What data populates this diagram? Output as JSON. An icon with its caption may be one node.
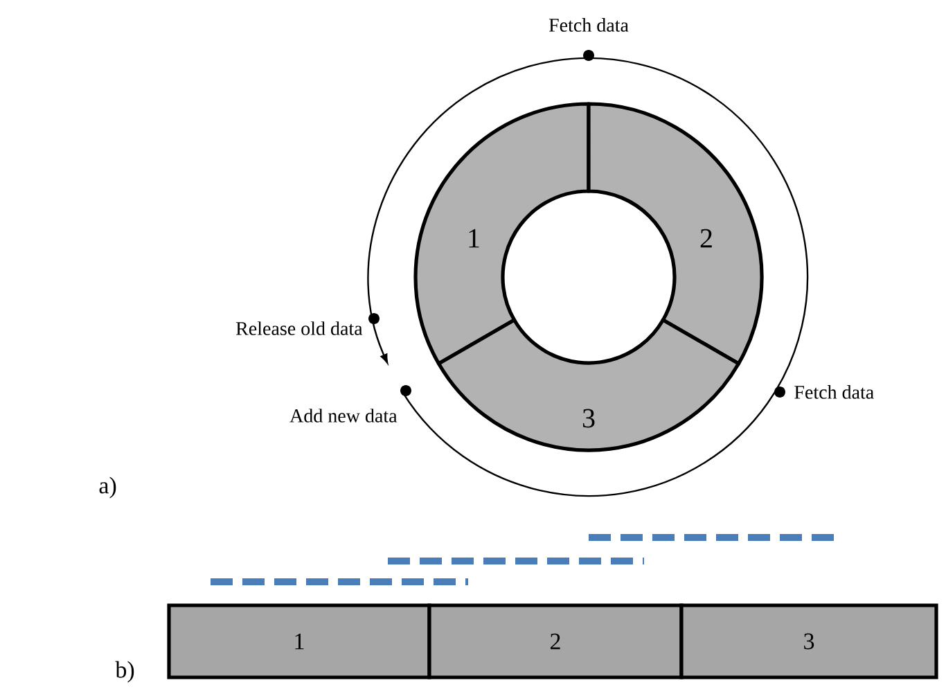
{
  "diagram": {
    "nodes": [
      {
        "text": [
          "1"
        ]
      },
      {
        "text": [
          "2"
        ]
      },
      {
        "text": [
          "3"
        ]
      },
      {
        "text": [
          "1"
        ]
      },
      {
        "text": [
          "2"
        ]
      },
      {
        "text": [
          "3"
        ]
      }
    ],
    "labels": [
      "Fetch data",
      "Release old data",
      "Add new data",
      "Fetch data",
      "a)",
      "b)"
    ]
  }
}
